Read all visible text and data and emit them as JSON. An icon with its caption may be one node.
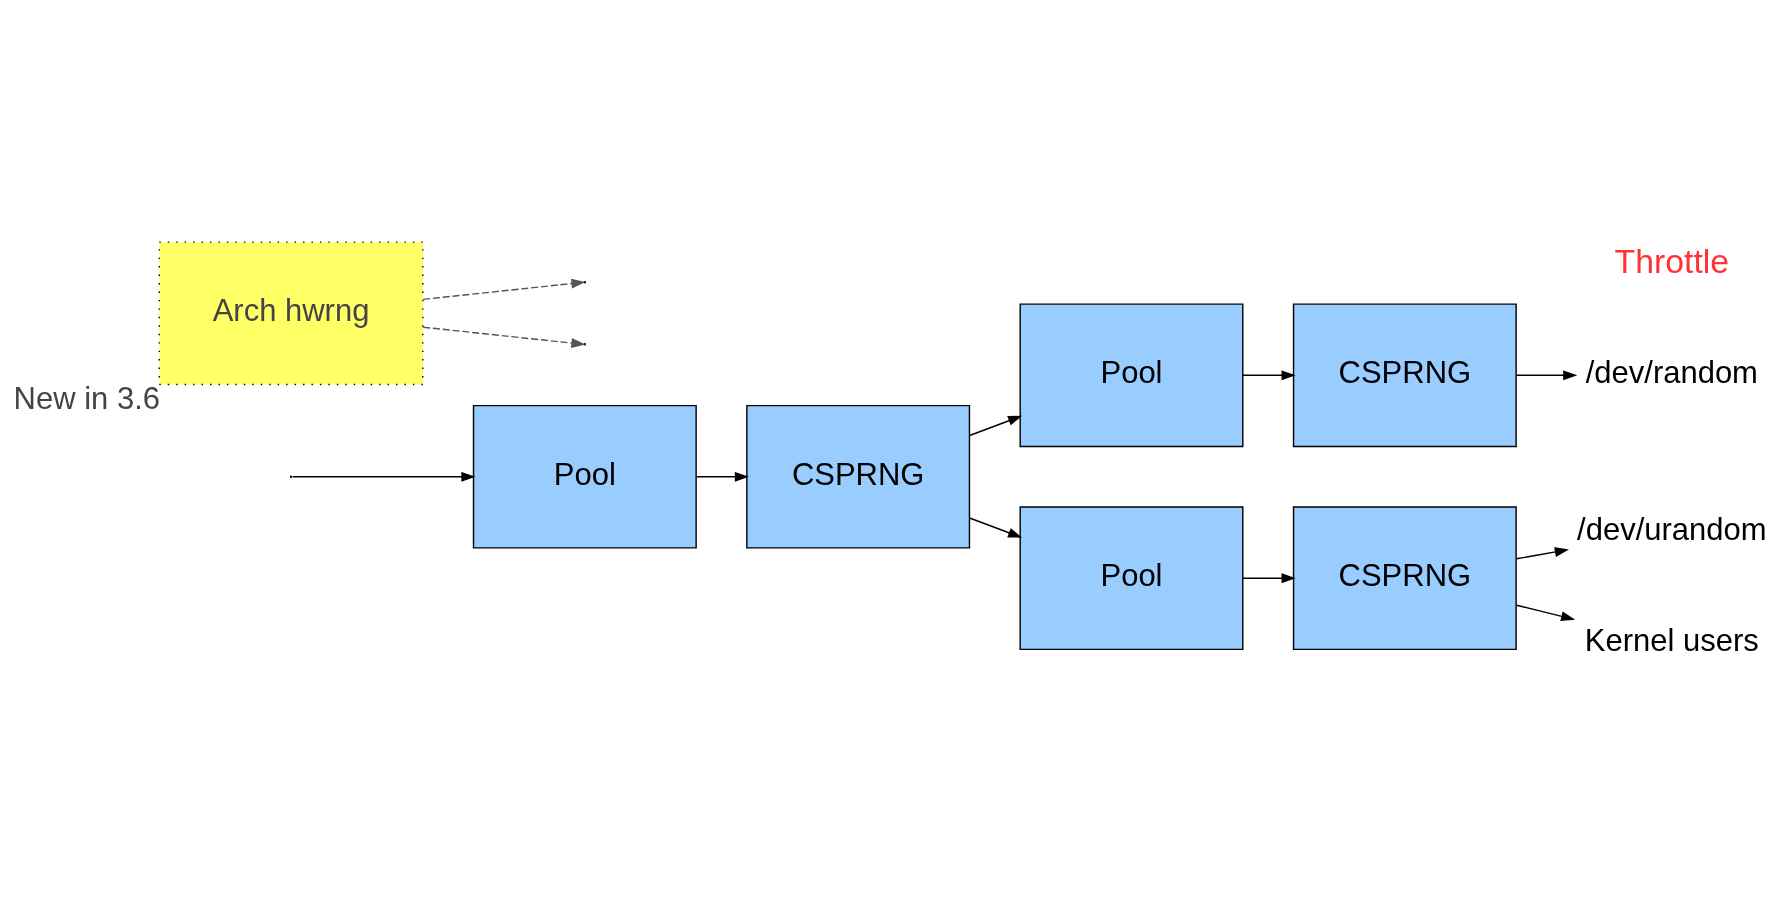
{
  "diagram": {
    "nodes": [
      {
        "text": [
          "Pool"
        ]
      },
      {
        "text": [
          "CSPRNG"
        ]
      },
      {
        "text": [
          "Pool"
        ]
      },
      {
        "text": [
          "CSPRNG"
        ]
      },
      {
        "text": [
          "/dev/random"
        ]
      },
      {
        "text": [
          "Pool"
        ]
      },
      {
        "text": [
          "CSPRNG"
        ]
      },
      {
        "text": [
          "/dev/urandom"
        ]
      },
      {
        "text": [
          "Kernel users"
        ]
      },
      {
        "text": [
          "Arch hwrng"
        ],
        "beside": [
          "New in 3.6"
        ]
      }
    ],
    "edges": [
      {
        "from": null,
        "to": 0,
        "arrow": "to"
      },
      {
        "from": 0,
        "to": 1,
        "arrow": "to"
      },
      {
        "from": 1,
        "to": 2,
        "arrow": "to"
      },
      {
        "from": 1,
        "to": 5,
        "arrow": "to"
      },
      {
        "from": 2,
        "to": 3,
        "arrow": "to"
      },
      {
        "from": 3,
        "to": 4,
        "arrow": "to"
      },
      {
        "from": 5,
        "to": 6,
        "arrow": "to"
      },
      {
        "from": 6,
        "to": 7,
        "arrow": "to"
      },
      {
        "from": 6,
        "to": 8,
        "arrow": "to"
      },
      {
        "from": 9,
        "to": null,
        "arrow": "to",
        "style": "dashed",
        "color": "#555555"
      },
      {
        "from": 9,
        "to": null,
        "arrow": "to",
        "style": "dashed",
        "color": "#555555"
      }
    ],
    "labels": [
      "Throttle"
    ]
  }
}
